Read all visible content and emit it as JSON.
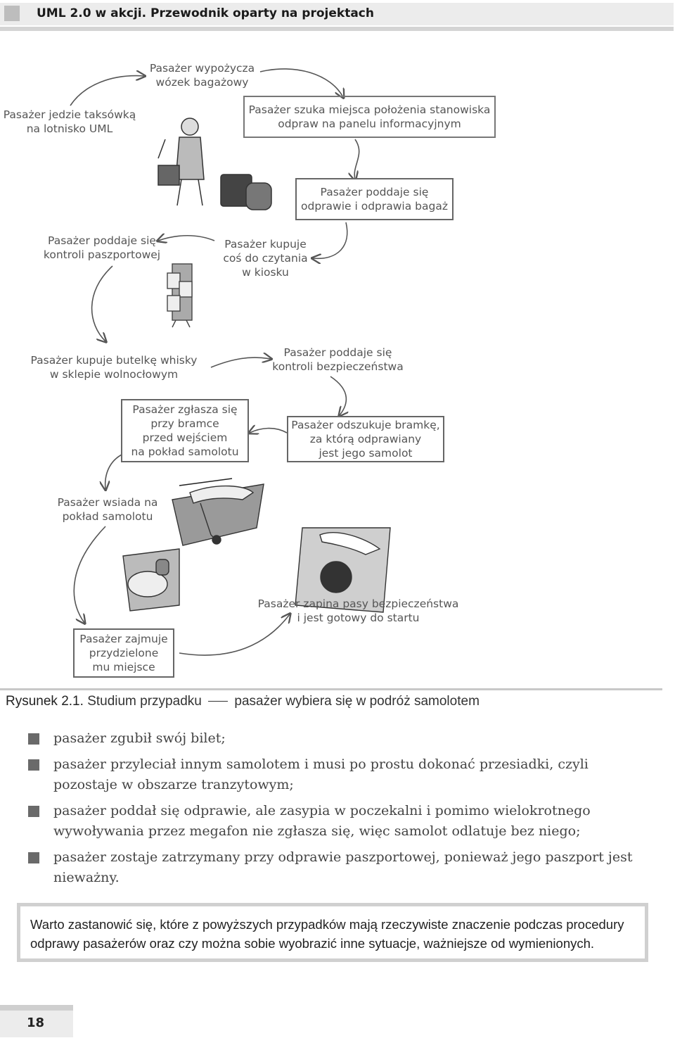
{
  "header": {
    "title": "UML 2.0 w akcji. Przewodnik oparty na projektach"
  },
  "figure": {
    "labels": {
      "taxi": "Pasażer jedzie taksówką\nna lotnisko UML",
      "cart": "Pasażer wypożycza\nwózek bagażowy",
      "info": "Pasażer szuka miejsca położenia stanowiska\nodpraw na panelu informacyjnym",
      "checkin": "Pasażer poddaje się\nodprawie i odprawia bagaż",
      "passport": "Pasażer poddaje się\nkontroli paszportowej",
      "kiosk": "Pasażer kupuje\ncoś do czytania\nw kiosku",
      "whisky": "Pasażer kupuje butelkę whisky\nw sklepie wolnocłowym",
      "security": "Pasażer poddaje się\nkontroli bezpieczeństwa",
      "report": "Pasażer zgłasza się\nprzy bramce\nprzed wejściem\nna pokład samolotu",
      "gate": "Pasażer odszukuje bramkę,\nza którą odprawiany\njest jego samolot",
      "board": "Pasażer wsiada na\npokład samolotu",
      "belts": "Pasażer zapina pasy bezpieczeństwa\ni jest gotowy do startu",
      "seat": "Pasażer zajmuje\nprzydzielone\nmu miejsce"
    },
    "caption_label": "Rysunek 2.1.",
    "caption_text_a": "Studium przypadku",
    "caption_text_b": "pasażer wybiera się w podróż samolotem"
  },
  "list": [
    "pasażer zgubił swój bilet;",
    "pasażer przyleciał innym samolotem i musi po prostu dokonać przesiadki, czyli pozostaje w obszarze tranzytowym;",
    "pasażer poddał się odprawie, ale zasypia w poczekalni i pomimo wielokrotnego wywoływania przez megafon nie zgłasza się, więc samolot odlatuje bez niego;",
    "pasażer zostaje zatrzymany przy odprawie paszportowej, ponieważ jego paszport jest nieważny."
  ],
  "note": "Warto zastanowić się, które z powyższych przypadków mają rzeczywiste znaczenie podczas procedury odprawy pasażerów oraz czy można sobie wyobrazić inne sytuacje, ważniejsze od wymienionych.",
  "page_number": "18"
}
